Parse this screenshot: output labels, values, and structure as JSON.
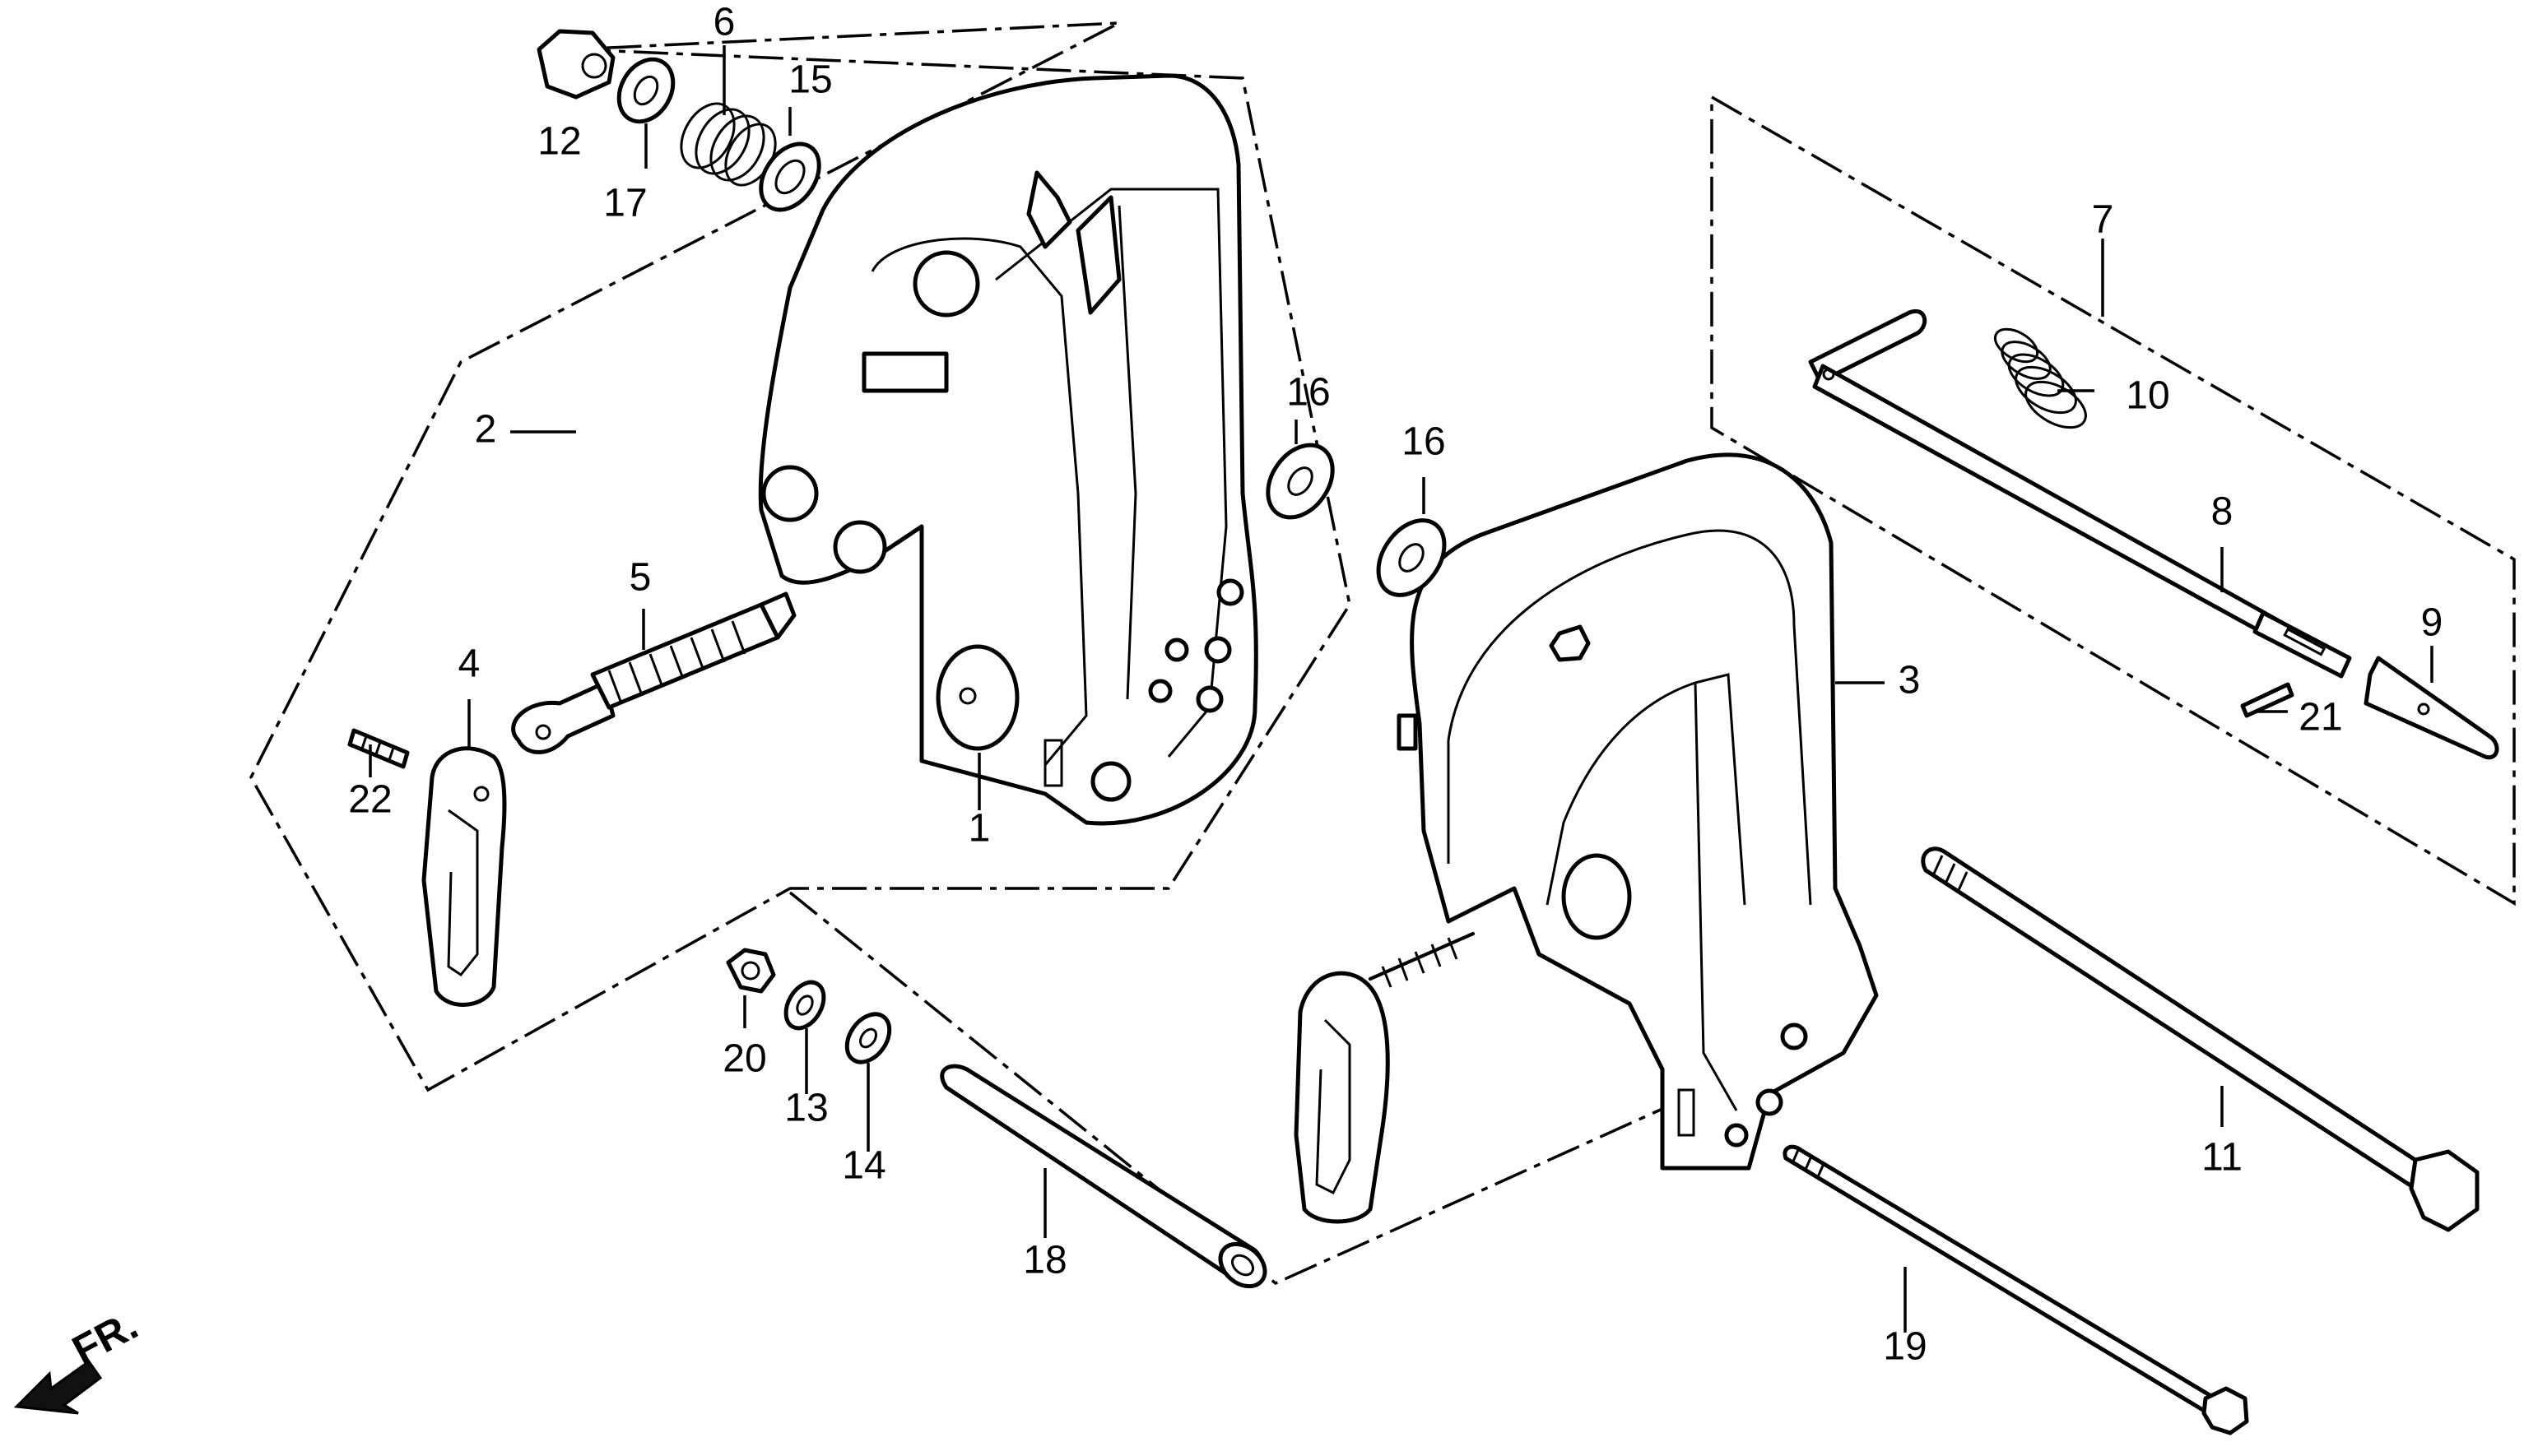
{
  "labels": {
    "p1": "1",
    "p2": "2",
    "p3": "3",
    "p4": "4",
    "p5": "5",
    "p6": "6",
    "p7": "7",
    "p8": "8",
    "p9": "9",
    "p10": "10",
    "p11": "11",
    "p12": "12",
    "p13": "13",
    "p14": "14",
    "p15": "15",
    "p16a": "16",
    "p16b": "16",
    "p17": "17",
    "p18": "18",
    "p19": "19",
    "p20": "20",
    "p21": "21",
    "p22": "22"
  },
  "direction": {
    "text": "FR."
  }
}
